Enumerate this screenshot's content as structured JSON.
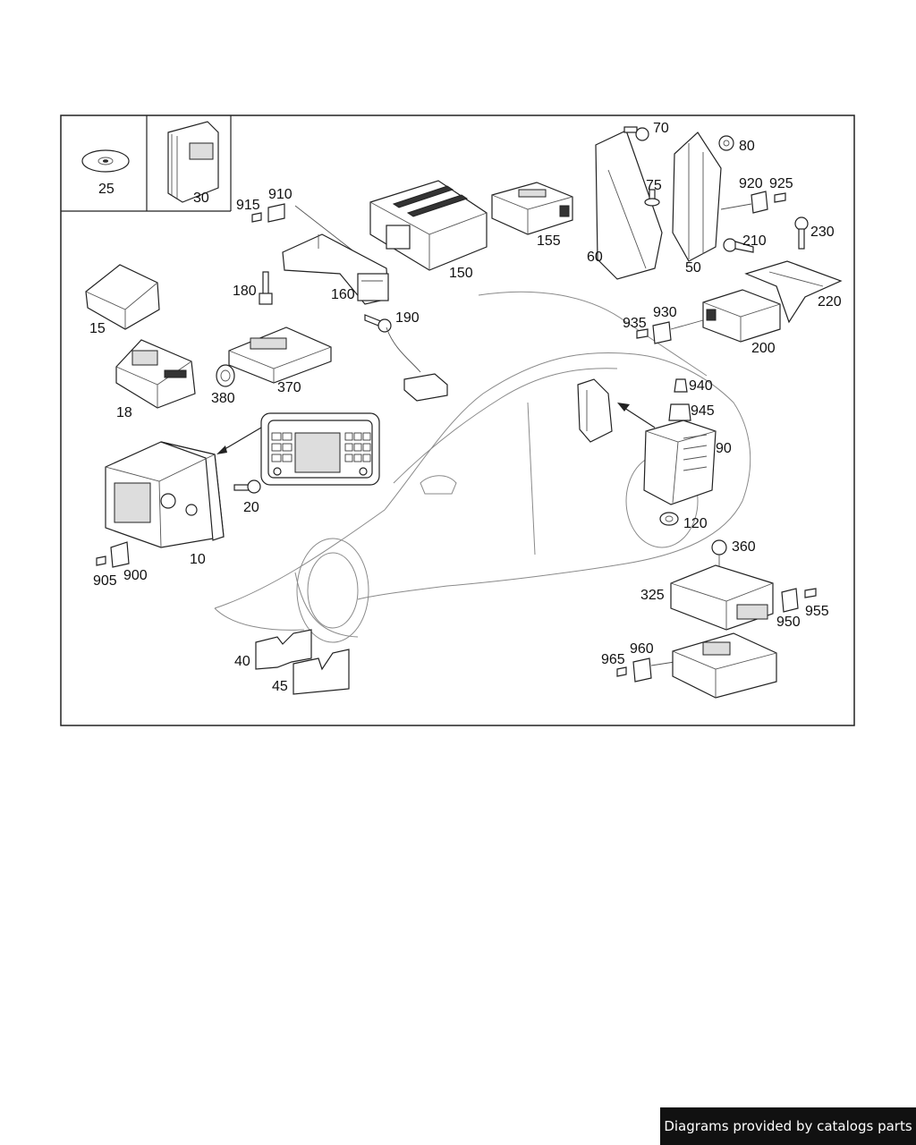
{
  "labels": {
    "l25": "25",
    "l30": "30",
    "l915": "915",
    "l910": "910",
    "l150": "150",
    "l155": "155",
    "l70": "70",
    "l80": "80",
    "l75": "75",
    "l920": "920",
    "l925": "925",
    "l60": "60",
    "l50": "50",
    "l230": "230",
    "l210": "210",
    "l180": "180",
    "l160": "160",
    "l190": "190",
    "l15": "15",
    "l220": "220",
    "l935": "935",
    "l930": "930",
    "l200": "200",
    "l18": "18",
    "l380": "380",
    "l370": "370",
    "l940": "940",
    "l945": "945",
    "l90": "90",
    "l20": "20",
    "l10": "10",
    "l905": "905",
    "l900": "900",
    "l120": "120",
    "l360": "360",
    "l325": "325",
    "l950": "950",
    "l955": "955",
    "l960": "960",
    "l965": "965",
    "l40": "40",
    "l45": "45"
  },
  "footer": {
    "credit": "Diagrams provided by catalogs parts"
  }
}
